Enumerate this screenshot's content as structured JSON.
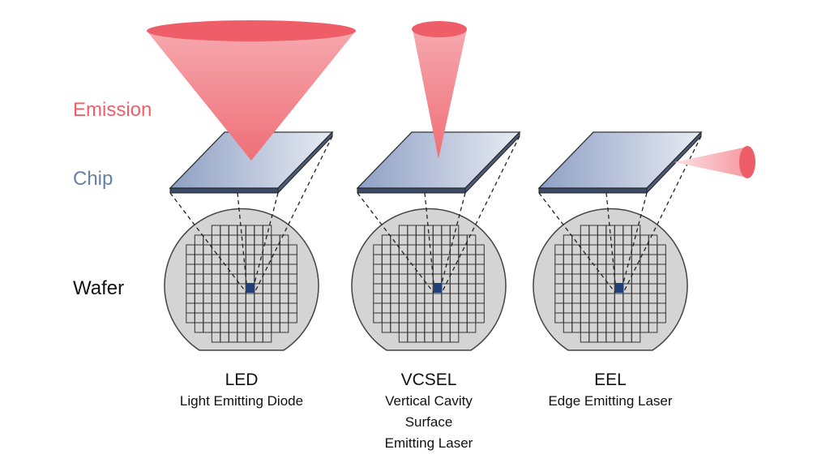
{
  "labels": {
    "emission": "Emission",
    "chip": "Chip",
    "wafer": "Wafer"
  },
  "devices": [
    {
      "abbr": "LED",
      "full": "Light Emitting Diode"
    },
    {
      "abbr": "VCSEL",
      "full_lines": [
        "Vertical Cavity",
        "Surface",
        "Emitting Laser"
      ]
    },
    {
      "abbr": "EEL",
      "full": "Edge Emitting Laser"
    }
  ],
  "colors": {
    "emission": "#ef5f6a",
    "chip": "#6680a8",
    "wafer_fill": "#d4d4d4",
    "selected_die": "#1f3f78"
  }
}
